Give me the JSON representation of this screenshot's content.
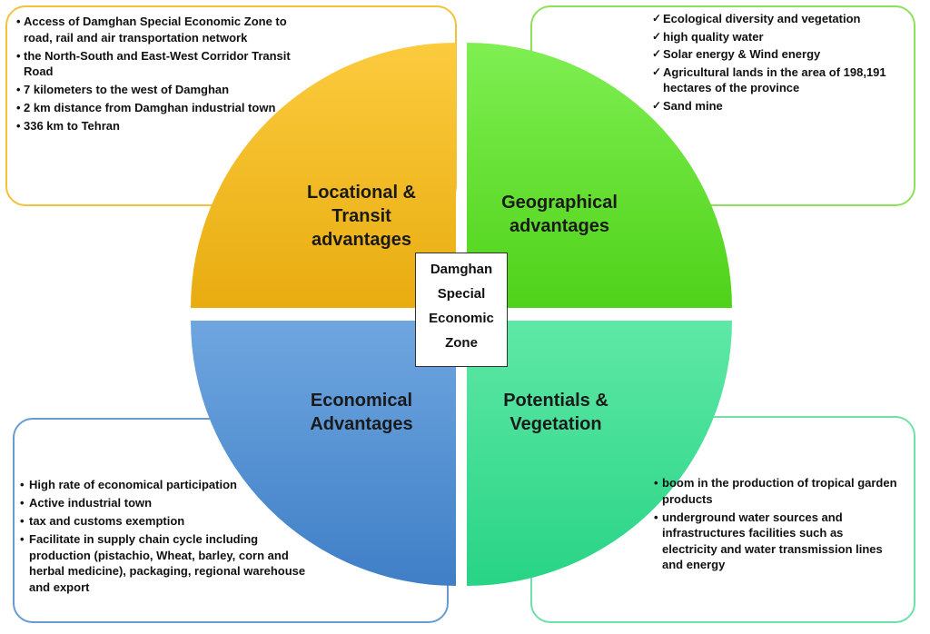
{
  "center": {
    "line1": "Damghan",
    "line2": "Special",
    "line3": "Economic",
    "line4": "Zone"
  },
  "quadrants": {
    "top_left": {
      "label_lines": [
        "Locational &",
        "Transit",
        "advantages"
      ],
      "color": "#f7bf2a",
      "items": [
        "Access of Damghan Special Economic Zone to road, rail and air transportation network",
        "the North-South and East-West Corridor Transit Road",
        "7 kilometers to the west of Damghan",
        "2 km distance from Damghan industrial town",
        "336 km to Tehran"
      ]
    },
    "top_right": {
      "label_lines": [
        "Geographical",
        "advantages"
      ],
      "color": "#63dd2e",
      "items": [
        "Ecological diversity and vegetation",
        "high quality water",
        "Solar energy & Wind energy",
        "Agricultural lands in the area of 198,191 hectares of the province",
        "Sand mine"
      ]
    },
    "bottom_left": {
      "label_lines": [
        "Economical",
        "Advantages"
      ],
      "color": "#5b93d6",
      "items": [
        "High rate of economical participation",
        "Active industrial town",
        "tax and customs exemption",
        "Facilitate in supply chain cycle including production (pistachio, Wheat, barley, corn and herbal medicine), packaging, regional warehouse and export"
      ]
    },
    "bottom_right": {
      "label_lines": [
        "Potentials &",
        "Vegetation"
      ],
      "color": "#3edc92",
      "items": [
        "boom in the production of tropical garden products",
        "underground water sources and infrastructures facilities such as electricity and water transmission lines and energy"
      ]
    }
  }
}
